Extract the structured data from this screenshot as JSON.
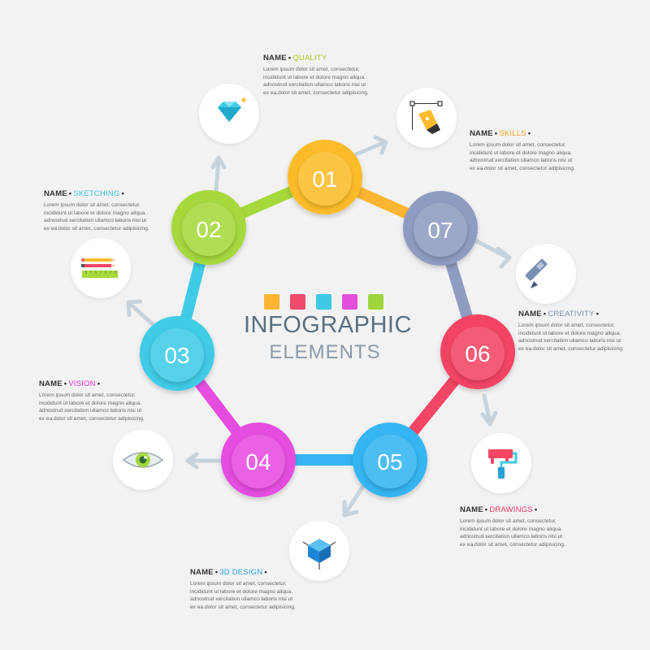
{
  "center": {
    "title": "INFOGRAPHIC",
    "subtitle": "ELEMENTS"
  },
  "swatches": [
    "#fcb431",
    "#f04b6c",
    "#3fc8e3",
    "#e34fd8",
    "#9ed53d"
  ],
  "steps": [
    {
      "number": "01",
      "color": "#fcbc2c",
      "name_label": "NAME",
      "category": "QUALITY",
      "category_color": "#a8cc22",
      "icon": "diamond-icon",
      "lines": [
        "Lorem ipsum dolor sit amet, consectetur,",
        "incididunt ut labore et dolore magno aliqua.",
        "adnostrud xercitation ullamco laboris nisi ut",
        "ex ea.dolor sit amet, consectetur adipisicing."
      ]
    },
    {
      "number": "02",
      "color": "#a5d93c",
      "name_label": "NAME",
      "category": "SKETCHING",
      "category_color": "#3ec3e0",
      "icon": "pencils-ruler-icon",
      "lines": [
        "Lorem ipsum dolor sit amet, consectetur,",
        "incididunt ut labore et dolore magno aliqua.",
        "adnostrud xercitation ullamco laboris nisi ut",
        "ex ea.dolor sit amet, consectetur adipisicing."
      ]
    },
    {
      "number": "03",
      "color": "#3fcbe6",
      "name_label": "NAME",
      "category": "VISION",
      "category_color": "#e22ed0",
      "icon": "eye-icon",
      "lines": [
        "Lorem ipsum dolor sit amet, consectetur,",
        "incididunt ut labore et dolore magno aliqua.",
        "adnostrud xercitation ullamco laboris nisi ut",
        "ex ea.dolor sit amet, consectetur adipisicing."
      ]
    },
    {
      "number": "04",
      "color": "#e54de0",
      "name_label": "NAME",
      "category": "3D DESIGN",
      "category_color": "#2a9fe0",
      "icon": "cube-icon",
      "lines": [
        "Lorem ipsum dolor sit amet, consectetur,",
        "incididunt ut labore et dolore magno aliqua.",
        "adnostrud xercitation ullamco laboris nisi ut",
        "ex ea.dolor sit amet, consectetur adipisicing."
      ]
    },
    {
      "number": "05",
      "color": "#36b5f2",
      "name_label": "NAME",
      "category": "DRAWINGS",
      "category_color": "#e6345e",
      "icon": "paint-roller-icon",
      "lines": [
        "Lorem ipsum dolor sit amet, consectetur,",
        "incididunt ut labore et dolore magno aliqua.",
        "adnostrud xercitation ullamco laboris nisi ut",
        "ex ea.dolor sit amet, consectetur adipisicing."
      ]
    },
    {
      "number": "06",
      "color": "#f34564",
      "name_label": "NAME",
      "category": "CREATIVITY",
      "category_color": "#7b8fb3",
      "icon": "pen-icon",
      "lines": [
        "Lorem ipsum dolor sit amet, consectetur,",
        "incididunt ut labore et dolore magno aliqua.",
        "adnostrud xercitation ullamco laboris nisi ut",
        "ex ea.dolor sit amet, consectetur adipisicing."
      ]
    },
    {
      "number": "07",
      "color": "#8f9cc1",
      "name_label": "NAME",
      "category": "SKILLS",
      "category_color": "#f2a41c",
      "icon": "pen-tool-icon",
      "lines": [
        "Lorem ipsum dolor sit amet, consectetur,",
        "incididunt ut labore et dolore magno aliqua.",
        "adnostrud xercitation ullamco laboris nisi ut",
        "ex ea.dolor sit amet, consectetur adipisicing."
      ]
    }
  ]
}
